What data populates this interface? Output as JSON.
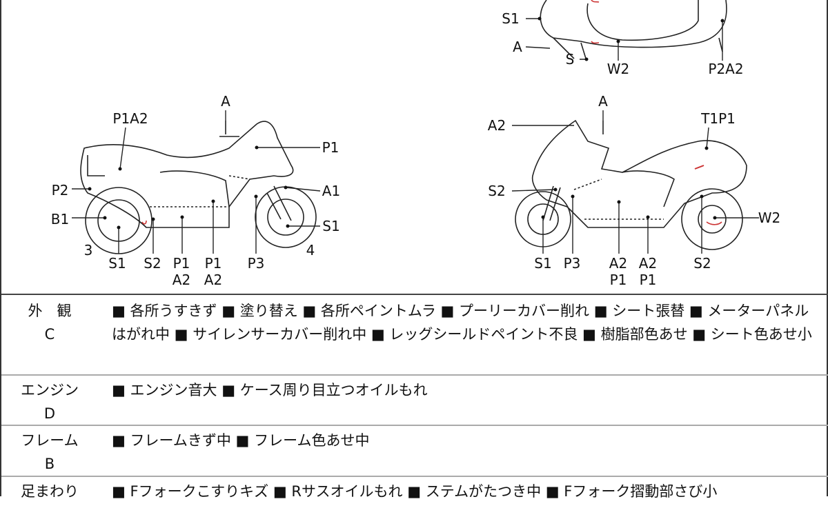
{
  "diagram": {
    "labels": [
      "S1",
      "A",
      "S",
      "W2",
      "P2A2",
      "A",
      "P1A2",
      "P1",
      "P2",
      "A1",
      "B1",
      "S1",
      "3",
      "S1",
      "S2",
      "P1",
      "A2",
      "P1",
      "A2",
      "P3",
      "4",
      "A",
      "A2",
      "T1P1",
      "S2",
      "W2",
      "S1",
      "P3",
      "A2",
      "P1",
      "A2",
      "P1",
      "S2"
    ]
  },
  "rows": [
    {
      "category": "外　観",
      "code": "C",
      "text": "■ 各所うすきず ■ 塗り替え ■ 各所ペイントムラ ■ プーリーカバー削れ ■ シート張替 ■ メーターパネルはがれ中 ■ サイレンサーカバー削れ中 ■ レッグシールドペイント不良 ■ 樹脂部色あせ ■ シート色あせ小"
    },
    {
      "category": "エンジン",
      "code": "D",
      "text": "■ エンジン音大 ■ ケース周り目立つオイルもれ"
    },
    {
      "category": "フレーム",
      "code": "B",
      "text": "■ フレームきず中 ■ フレーム色あせ中"
    },
    {
      "category": "足まわり",
      "code": "",
      "text": "■ Fフォークこすりキズ ■ Rサスオイルもれ ■ ステムがたつき中 ■ Fフォーク摺動部さび小"
    }
  ]
}
